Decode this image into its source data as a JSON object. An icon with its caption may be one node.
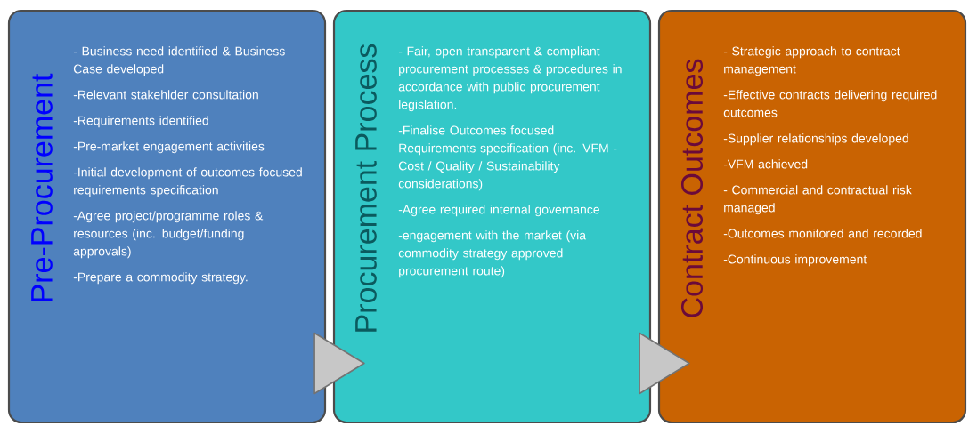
{
  "diagram": {
    "nodes": [
      {
        "text": [
          "Pre-Procurement",
          "- Business need identified & Business Case developed",
          "-Relevant stakehlder consultation",
          "-Requirements identified",
          "-Pre-market engagement activities",
          "-Initial development of outcomes focused requirements specification",
          "-Agree project/programme roles & resources (inc. budget/funding approvals)",
          "-Prepare a commodity strategy."
        ]
      },
      {
        "text": [
          "Procurement Process",
          "- Fair, open transparent & compliant procurement processes & procedures in accordance with public procurement legislation.",
          "-Finalise Outcomes focused Requirements specification (inc. VFM - Cost / Quality / Sustainability considerations)",
          "-Agree required internal governance",
          "-engagement with the market (via commodity strategy approved procurement route)"
        ]
      },
      {
        "text": [
          "Contract Outcomes",
          "- Strategic approach to contract management",
          "-Effective contracts delivering required outcomes",
          "-Supplier relationships developed",
          "-VFM achieved",
          "- Commercial and contractual risk managed",
          "-Outcomes monitored and recorded",
          "-Continuous improvement"
        ]
      }
    ],
    "edges": [
      {
        "from": 0,
        "to": 1,
        "arrow": "to"
      },
      {
        "from": 1,
        "to": 2,
        "arrow": "to"
      }
    ]
  }
}
